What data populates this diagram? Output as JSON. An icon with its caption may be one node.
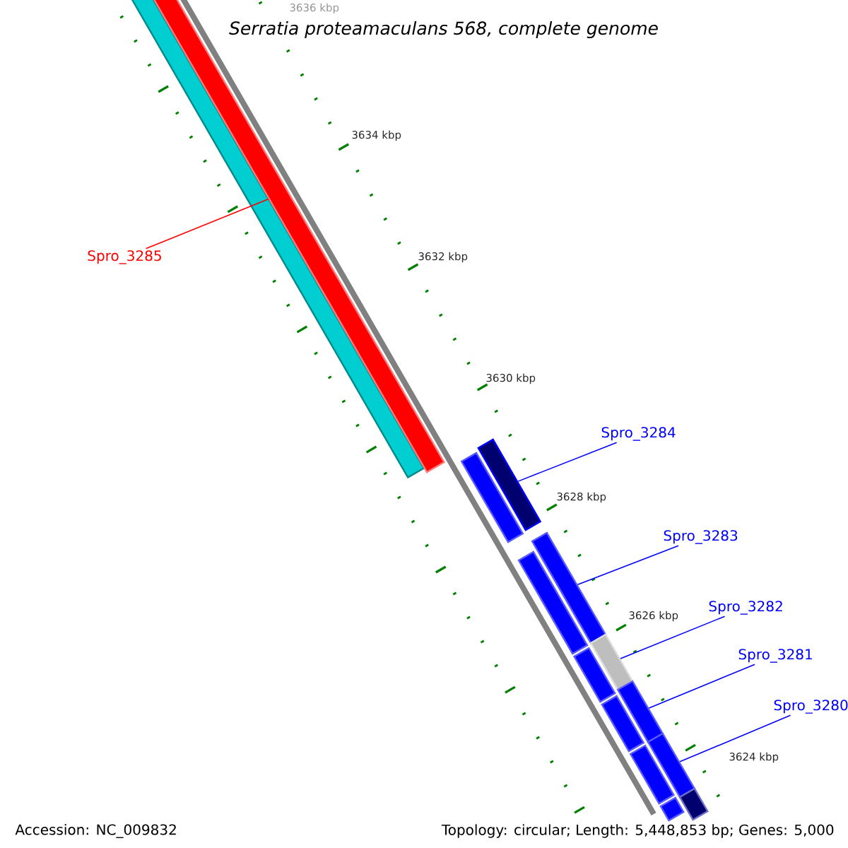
{
  "diagram": {
    "title": "*Serratia proteamaculans* 568, complete genome",
    "nodes": [
      {
        "text": [],
        "shape": "bar"
      },
      {
        "text": [],
        "shape": "bar"
      },
      {
        "text": [
          "Spro_3285"
        ]
      },
      {
        "text": [
          "Spro_3284"
        ]
      },
      {
        "text": [],
        "shape": "bar"
      },
      {
        "text": [],
        "shape": "bar"
      },
      {
        "text": [
          "Spro_3283"
        ]
      },
      {
        "text": [],
        "shape": "bar"
      },
      {
        "text": [],
        "shape": "bar"
      },
      {
        "text": [
          "Spro_3282"
        ]
      },
      {
        "text": [],
        "shape": "bar"
      },
      {
        "text": [],
        "shape": "bar"
      },
      {
        "text": [
          "Spro_3281"
        ]
      },
      {
        "text": [],
        "shape": "bar"
      },
      {
        "text": [],
        "shape": "bar"
      },
      {
        "text": [
          "Spro_3280"
        ]
      },
      {
        "text": [],
        "shape": "bar"
      },
      {
        "text": [],
        "shape": "bar"
      },
      {
        "text": [],
        "shape": "bar"
      },
      {
        "text": [],
        "shape": "bar"
      }
    ],
    "edges": [
      {
        "from": 2,
        "to": 1,
        "arrow": "none",
        "color": "#ff0000"
      },
      {
        "from": 3,
        "to": 5,
        "arrow": "none"
      },
      {
        "from": 6,
        "to": 7,
        "arrow": "none"
      },
      {
        "from": 9,
        "to": 10,
        "arrow": "none"
      },
      {
        "from": 12,
        "to": 13,
        "arrow": "none"
      },
      {
        "from": 15,
        "to": 16,
        "arrow": "none"
      }
    ],
    "labels": [
      "3636 kbp",
      "3634 kbp",
      "3632 kbp",
      "3630 kbp",
      "3628 kbp",
      "3626 kbp",
      "3624 kbp",
      "Accession: NC_009832",
      "Topology: circular; Length: 5,448,853 bp; Genes: 5,000"
    ]
  }
}
